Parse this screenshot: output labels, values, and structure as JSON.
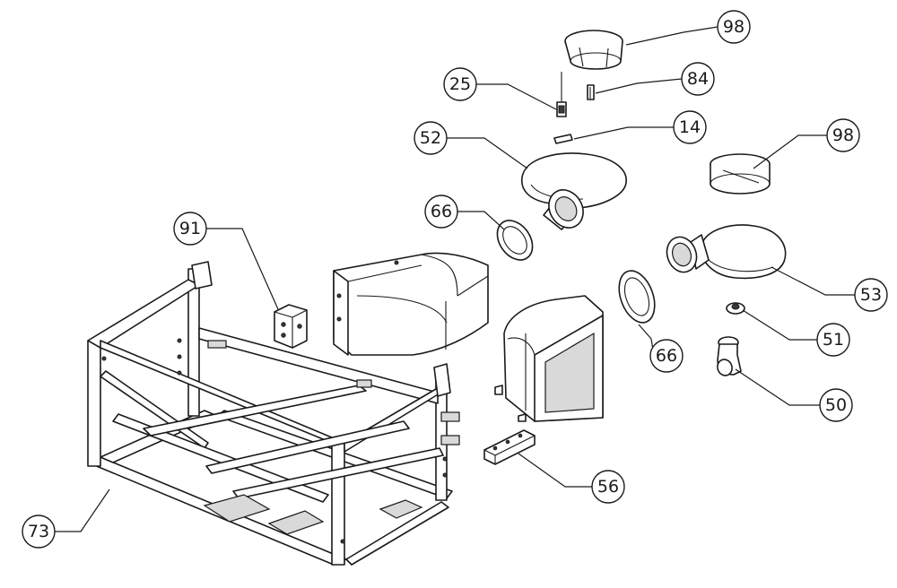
{
  "diagram": {
    "colors": {
      "line": "#1a1a1a",
      "background": "#ffffff",
      "shade": "#d9d9d9"
    },
    "callouts": [
      {
        "id": "c98a",
        "label": "98"
      },
      {
        "id": "c84",
        "label": "84"
      },
      {
        "id": "c25",
        "label": "25"
      },
      {
        "id": "c14",
        "label": "14"
      },
      {
        "id": "c52",
        "label": "52"
      },
      {
        "id": "c98b",
        "label": "98"
      },
      {
        "id": "c66a",
        "label": "66"
      },
      {
        "id": "c91",
        "label": "91"
      },
      {
        "id": "c53",
        "label": "53"
      },
      {
        "id": "c51",
        "label": "51"
      },
      {
        "id": "c66b",
        "label": "66"
      },
      {
        "id": "c50",
        "label": "50"
      },
      {
        "id": "c56",
        "label": "56"
      },
      {
        "id": "c73",
        "label": "73"
      }
    ]
  }
}
